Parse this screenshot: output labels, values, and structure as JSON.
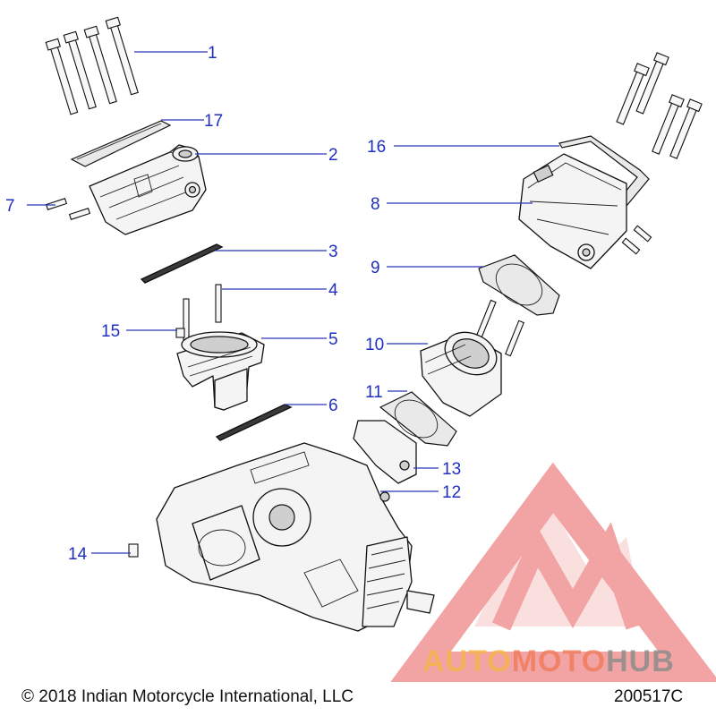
{
  "callouts": [
    {
      "id": "1",
      "label": "1"
    },
    {
      "id": "2",
      "label": "2"
    },
    {
      "id": "3",
      "label": "3"
    },
    {
      "id": "4",
      "label": "4"
    },
    {
      "id": "5",
      "label": "5"
    },
    {
      "id": "6",
      "label": "6"
    },
    {
      "id": "7",
      "label": "7"
    },
    {
      "id": "8",
      "label": "8"
    },
    {
      "id": "9",
      "label": "9"
    },
    {
      "id": "10",
      "label": "10"
    },
    {
      "id": "11",
      "label": "11"
    },
    {
      "id": "12",
      "label": "12"
    },
    {
      "id": "13",
      "label": "13"
    },
    {
      "id": "14",
      "label": "14"
    },
    {
      "id": "15",
      "label": "15"
    },
    {
      "id": "16",
      "label": "16"
    },
    {
      "id": "17",
      "label": "17"
    }
  ],
  "footer": {
    "copyright": "© 2018 Indian Motorcycle International, LLC",
    "diagram_code": "200517C"
  },
  "watermark": {
    "part1": "AUTO",
    "part2": "MOTO",
    "part3": "HUB",
    "colors": {
      "triangle": "#e85a5a",
      "auto": "#f5b547",
      "moto": "#f07a5a",
      "hub": "#8a8a8a"
    }
  },
  "colors": {
    "callout": "#1f2fbf",
    "leader": "#2a35b8"
  }
}
